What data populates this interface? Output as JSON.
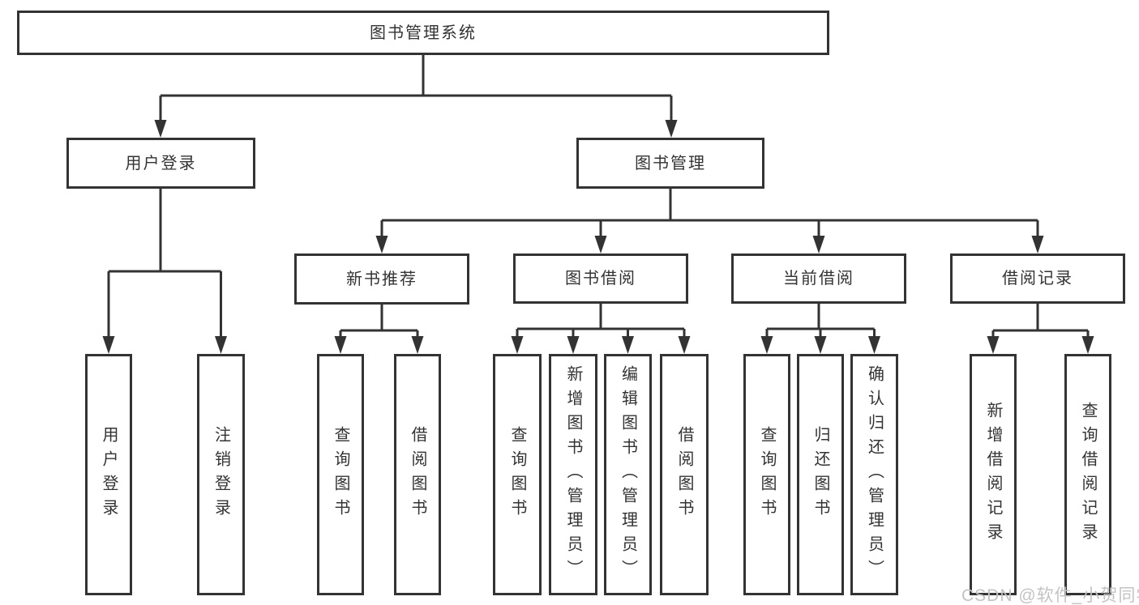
{
  "diagram_title": "图书管理系统",
  "watermark": "CSDN @软件_小贺同学",
  "colors": {
    "line": "#333333",
    "box_border": "#333333",
    "text": "#333333",
    "watermark": "#c3c3c3",
    "background": "#ffffff"
  },
  "nodes": {
    "root": {
      "label": "图书管理系统"
    },
    "user_login": {
      "label": "用户登录"
    },
    "book_mgmt": {
      "label": "图书管理"
    },
    "new_book_rec": {
      "label": "新书推荐"
    },
    "book_borrow": {
      "label": "图书借阅"
    },
    "current_borrow": {
      "label": "当前借阅"
    },
    "borrow_record": {
      "label": "借阅记录"
    },
    "user_login_leaf": {
      "label": "用户登录"
    },
    "logout": {
      "label": "注销登录"
    },
    "query_book_1": {
      "label": "查询图书"
    },
    "borrow_book_1": {
      "label": "借阅图书"
    },
    "query_book_2": {
      "label": "查询图书"
    },
    "add_book_admin": {
      "label": "新增图书（管理员）"
    },
    "edit_book_admin": {
      "label": "编辑图书（管理员）"
    },
    "borrow_book_2": {
      "label": "借阅图书"
    },
    "query_book_3": {
      "label": "查询图书"
    },
    "return_book": {
      "label": "归还图书"
    },
    "confirm_return_admin": {
      "label": "确认归还（管理员）"
    },
    "add_borrow_record": {
      "label": "新增借阅记录"
    },
    "query_borrow_record": {
      "label": "查询借阅记录"
    }
  },
  "hierarchy": {
    "root": "图书管理系统",
    "children": [
      {
        "label": "用户登录",
        "children": [
          "用户登录",
          "注销登录"
        ]
      },
      {
        "label": "图书管理",
        "children": [
          {
            "label": "新书推荐",
            "children": [
              "查询图书",
              "借阅图书"
            ]
          },
          {
            "label": "图书借阅",
            "children": [
              "查询图书",
              "新增图书（管理员）",
              "编辑图书（管理员）",
              "借阅图书"
            ]
          },
          {
            "label": "当前借阅",
            "children": [
              "查询图书",
              "归还图书",
              "确认归还（管理员）"
            ]
          },
          {
            "label": "借阅记录",
            "children": [
              "新增借阅记录",
              "查询借阅记录"
            ]
          }
        ]
      }
    ]
  }
}
